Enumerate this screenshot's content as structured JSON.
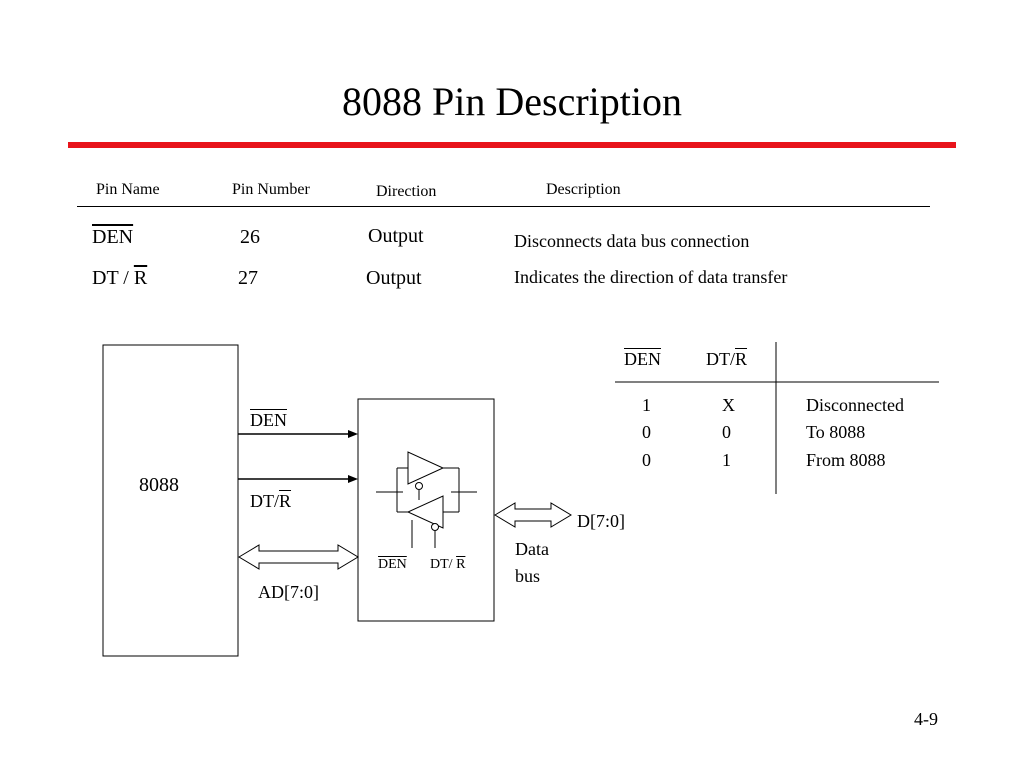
{
  "title": "8088 Pin Description",
  "colors": {
    "title_rule": "#e8141b"
  },
  "table": {
    "headers": [
      "Pin Name",
      "Pin Number",
      "Direction",
      "Description"
    ],
    "rows": [
      {
        "name": "DEN",
        "number": "26",
        "direction": "Output",
        "description": "Disconnects data bus connection"
      },
      {
        "name_prefix": "DT / ",
        "name_overline": "R",
        "number": "27",
        "direction": "Output",
        "description": "Indicates the direction of data transfer"
      }
    ]
  },
  "diagram": {
    "cpu_label": "8088",
    "signal_den": "DEN",
    "signal_dtr_prefix": "DT/",
    "signal_dtr_overline": "R",
    "bus_ad": "AD[7:0]",
    "transceiver_den": "DEN",
    "transceiver_dtr_prefix": "DT/ ",
    "transceiver_dtr_overline": "R",
    "bus_d": "D[7:0]",
    "data_bus_line1": "Data",
    "data_bus_line2": "bus"
  },
  "truth_table": {
    "col_den": "DEN",
    "col_dtr_prefix": "DT/",
    "col_dtr_overline": "R",
    "rows": [
      {
        "den": "1",
        "dtr": "X",
        "result": "Disconnected"
      },
      {
        "den": "0",
        "dtr": "0",
        "result": "To 8088"
      },
      {
        "den": "0",
        "dtr": "1",
        "result": "From 8088"
      }
    ]
  },
  "slide_number": "4-9"
}
